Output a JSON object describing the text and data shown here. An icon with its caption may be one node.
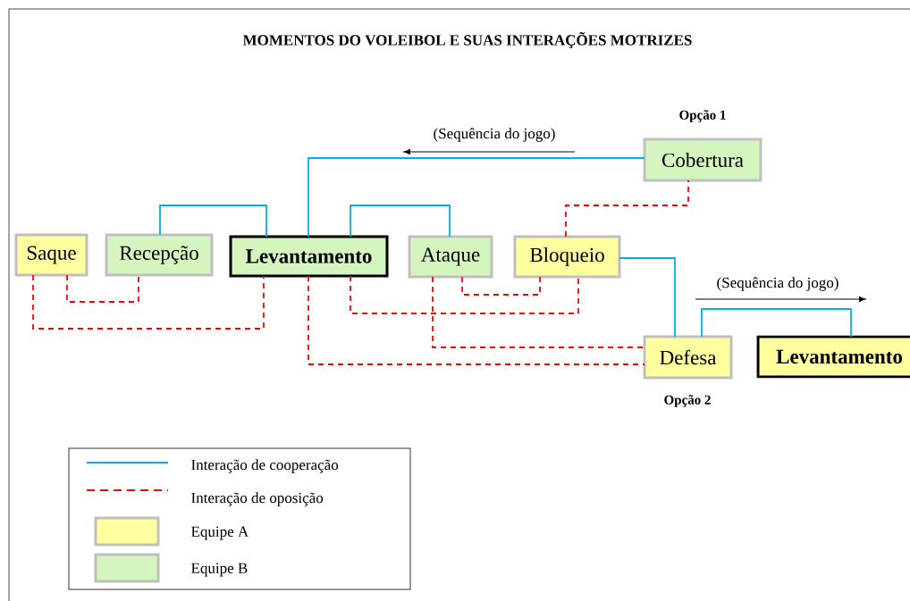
{
  "diagram": {
    "title": "MOMENTOS DO VOLEIBOL E SUAS INTERAÇÕES  MOTRIZES",
    "nodes": [
      {
        "text": [
          "Saque"
        ]
      },
      {
        "text": [
          "Recepção"
        ]
      },
      {
        "text": [
          "Levantamento"
        ]
      },
      {
        "text": [
          "Ataque"
        ]
      },
      {
        "text": [
          "Bloqueio"
        ]
      },
      {
        "text": [
          "Cobertura"
        ],
        "beside": [
          "Opção 1"
        ]
      },
      {
        "text": [
          "Defesa"
        ],
        "beside": [
          "Opção 2"
        ]
      },
      {
        "text": [
          "Levantamento"
        ]
      }
    ],
    "edges": [
      {
        "from": 1,
        "to": 2,
        "arrow": "none",
        "color": "#00b0f0"
      },
      {
        "from": 2,
        "to": 3,
        "arrow": "none",
        "color": "#00b0f0"
      },
      {
        "from": 5,
        "to": 2,
        "arrow": "none",
        "color": "#00b0f0"
      },
      {
        "from": 4,
        "to": 6,
        "arrow": "none",
        "color": "#00b0f0"
      },
      {
        "from": 6,
        "to": 7,
        "arrow": "none",
        "color": "#00b0f0"
      },
      {
        "from": 0,
        "to": 1,
        "arrow": "none",
        "style": "dashed"
      },
      {
        "from": 0,
        "to": 2,
        "arrow": "none",
        "style": "dashed"
      },
      {
        "from": 3,
        "to": 4,
        "arrow": "none",
        "style": "dashed"
      },
      {
        "from": 2,
        "to": 4,
        "arrow": "none",
        "style": "dashed"
      },
      {
        "from": 3,
        "to": 6,
        "arrow": "none",
        "style": "dashed"
      },
      {
        "from": 2,
        "to": 6,
        "arrow": "none",
        "style": "dashed"
      },
      {
        "from": 4,
        "to": 5,
        "arrow": "none",
        "style": "dashed"
      }
    ],
    "labels": [
      "(Sequência do jogo)",
      "(Sequência do jogo)"
    ],
    "legend": [
      {
        "text": "Interação de cooperação"
      },
      {
        "text": "Interação de oposição"
      },
      {
        "text": "Equipe A",
        "color": "#ffffa0"
      },
      {
        "text": "Equipe B",
        "color": "#d4f5be"
      }
    ]
  }
}
